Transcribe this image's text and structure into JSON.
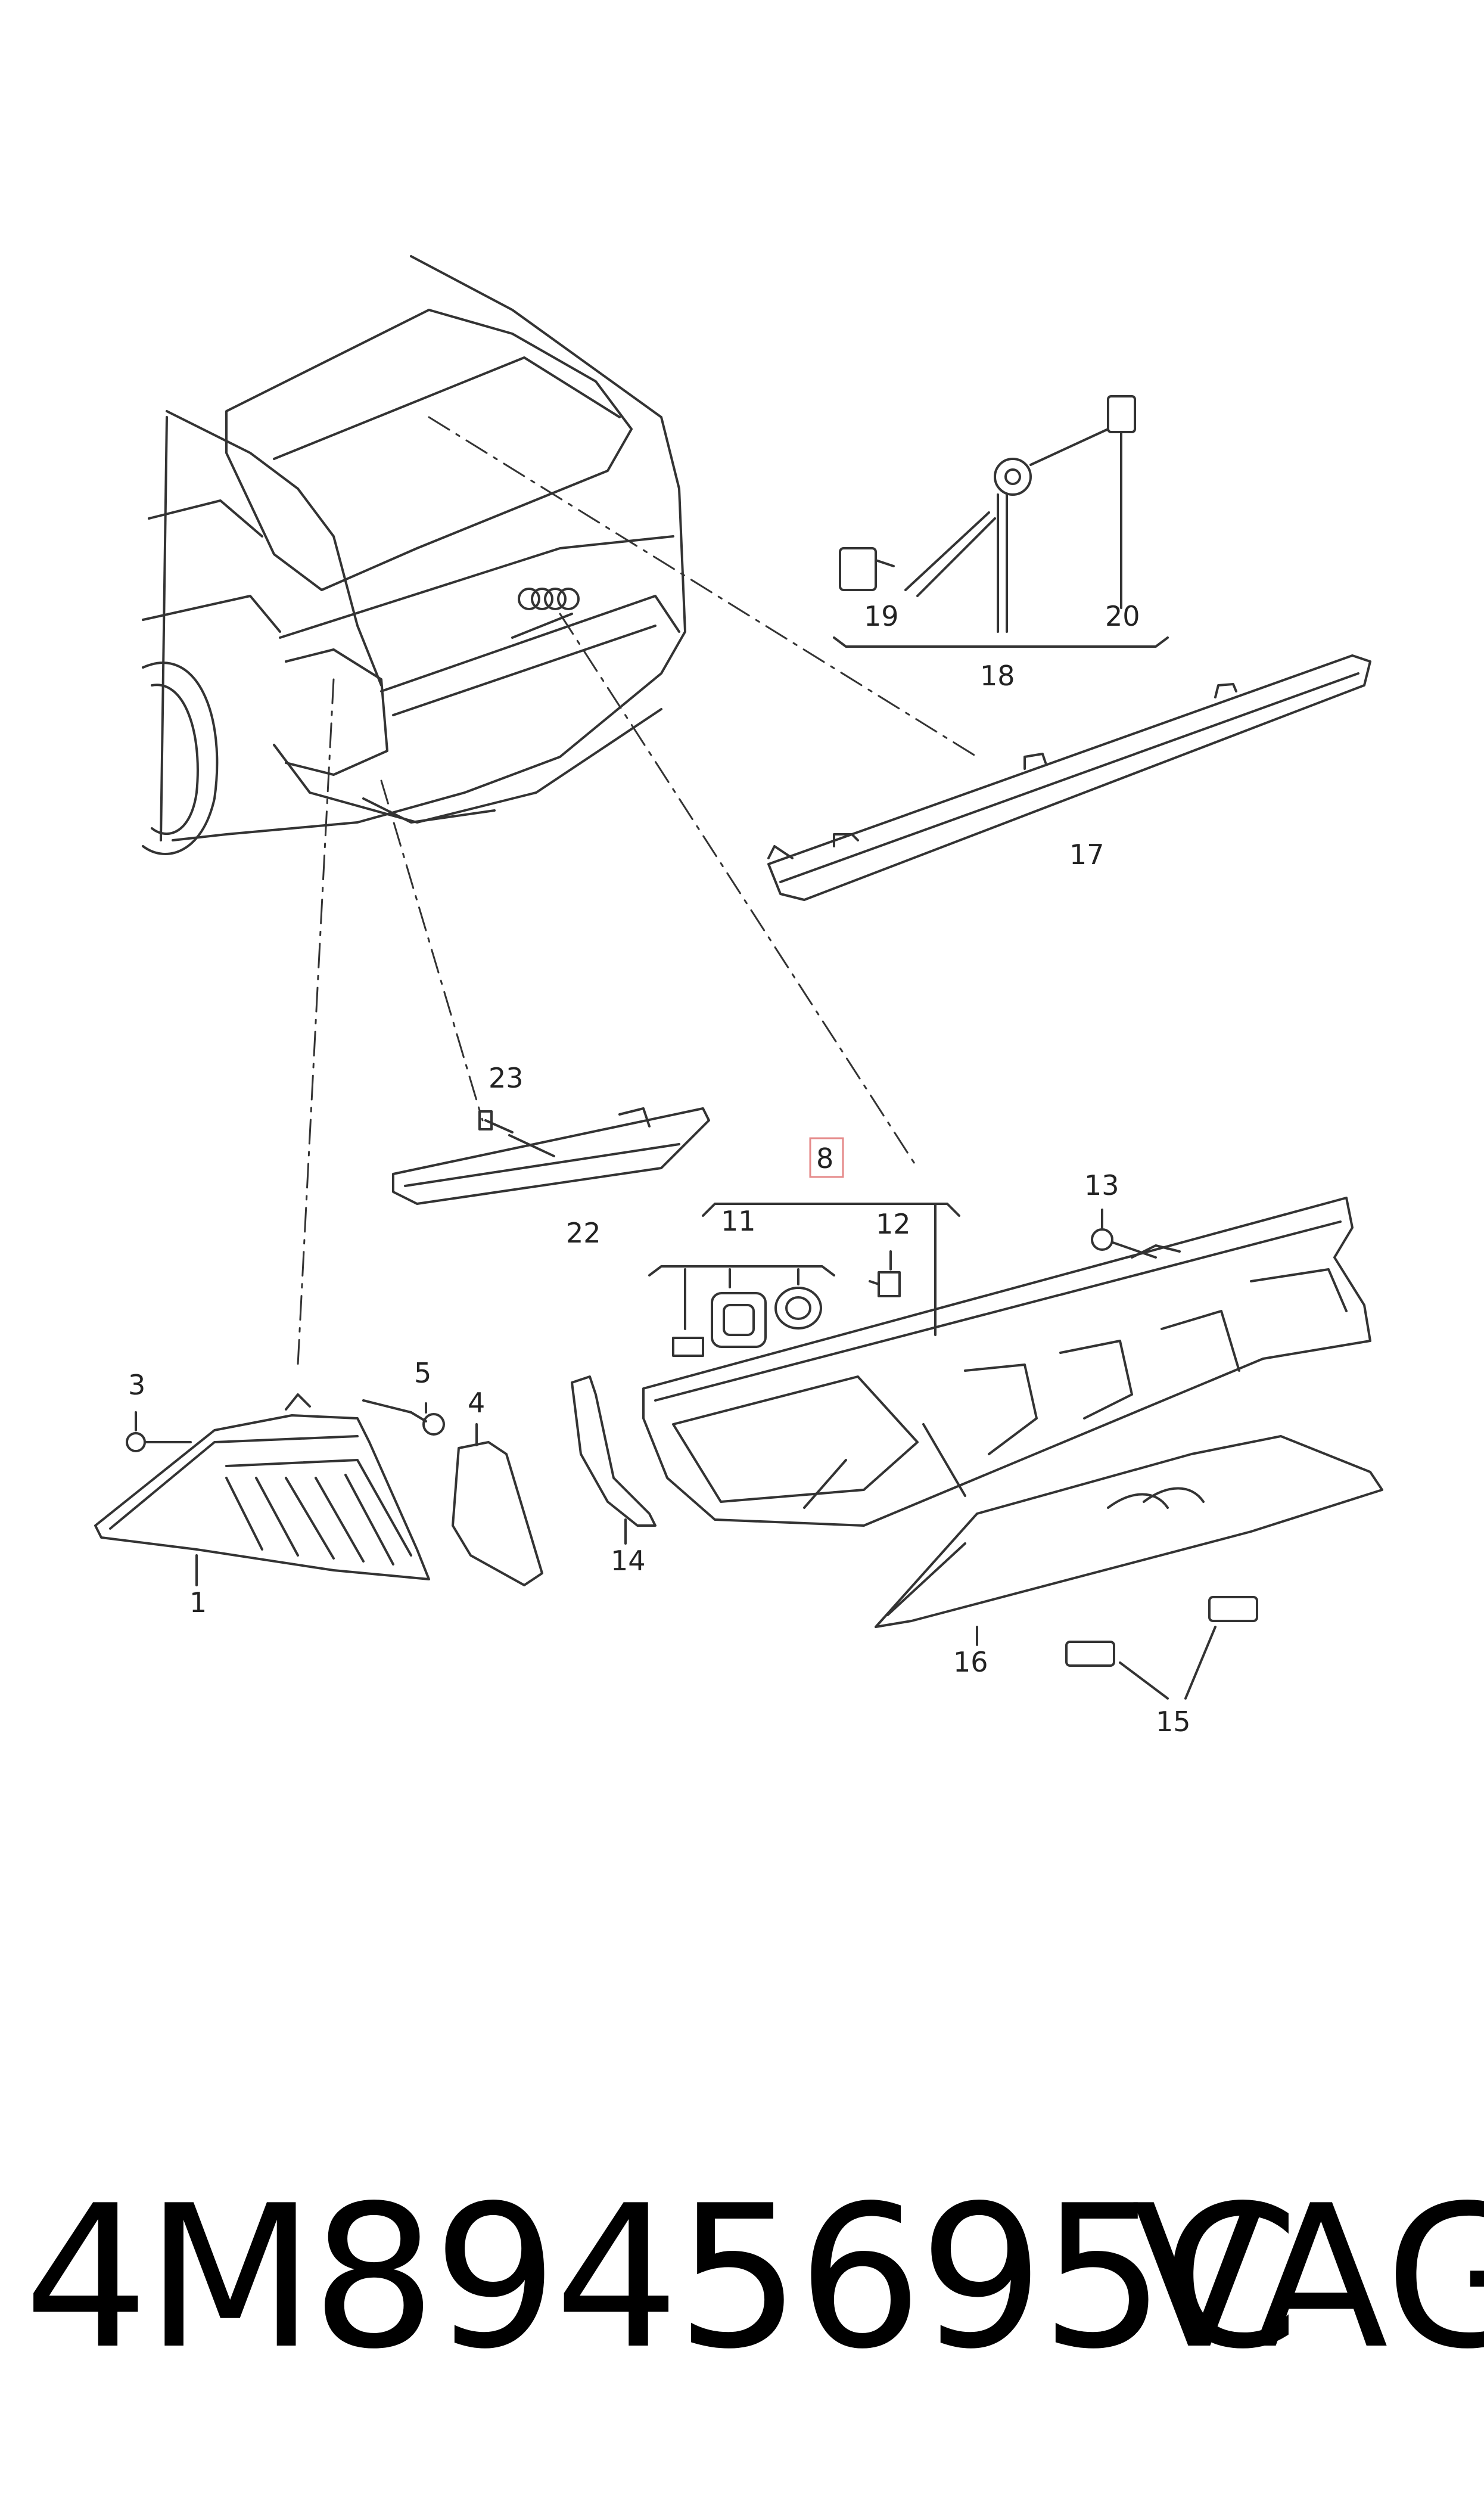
{
  "callouts": {
    "c1": "1",
    "c3": "3",
    "c4": "4",
    "c5": "5",
    "c8": "8",
    "c11": "11",
    "c12": "12",
    "c13": "13",
    "c14": "14",
    "c15": "15",
    "c16": "16",
    "c17": "17",
    "c18": "18",
    "c19": "19",
    "c20": "20",
    "c22": "22",
    "c23": "23"
  },
  "highlight_color": "#e58a8a",
  "footer": {
    "part_number": "4M8945695C",
    "brand": "VAG"
  }
}
